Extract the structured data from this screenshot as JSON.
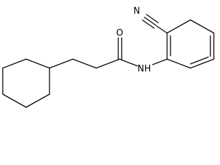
{
  "structure": {
    "atoms": [
      {
        "label": "N",
        "role": "nitrile nitrogen"
      },
      {
        "label": "O",
        "role": "carbonyl oxygen"
      },
      {
        "label": "NH",
        "role": "amide nitrogen"
      }
    ],
    "colors": {
      "bond": "#000000",
      "label": "#000000",
      "background": "#ffffff"
    }
  }
}
